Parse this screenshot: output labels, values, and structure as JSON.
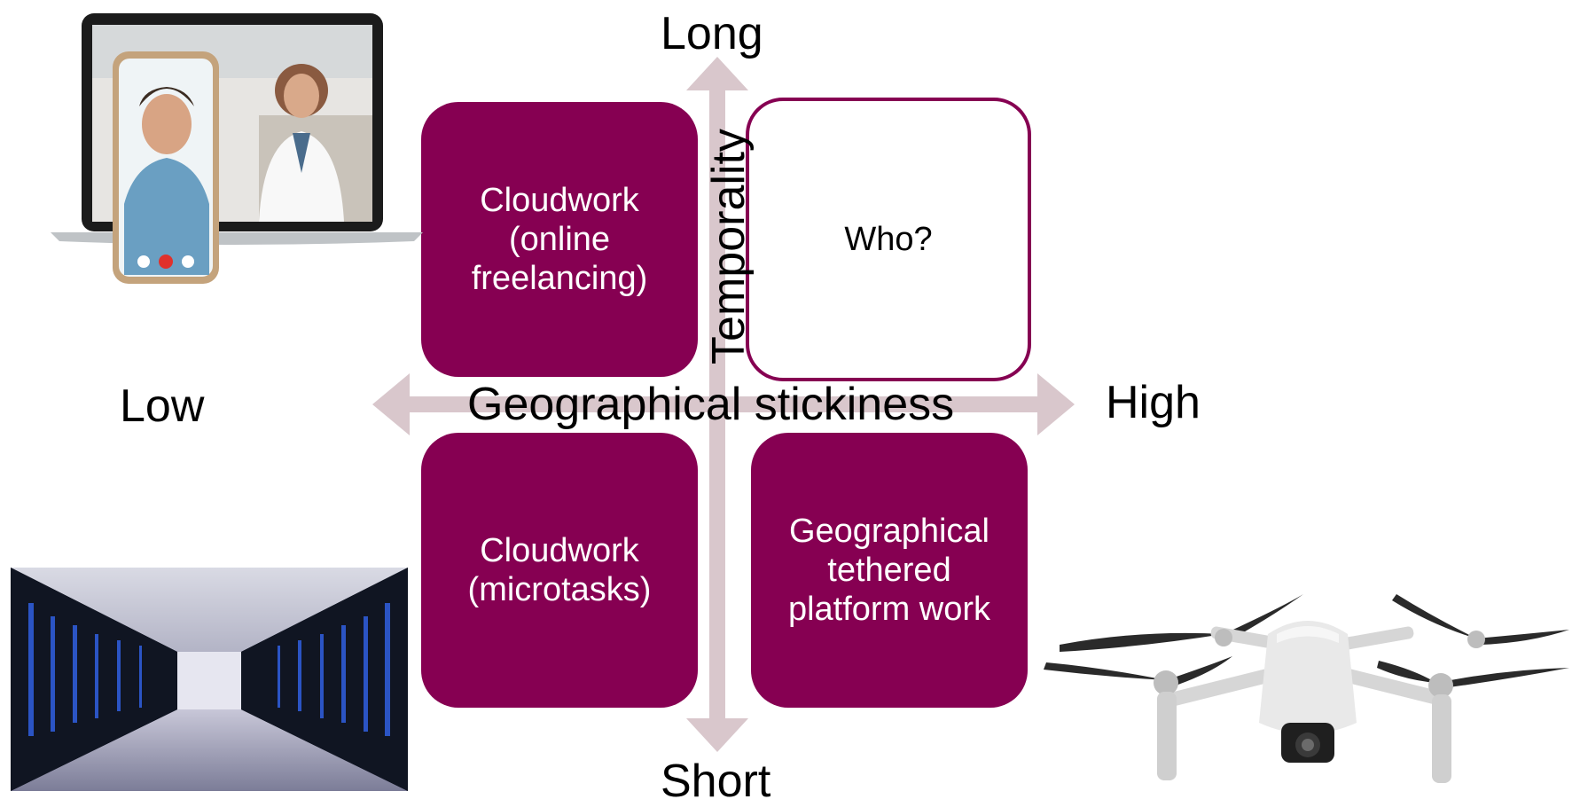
{
  "axes": {
    "horizontal": {
      "label": "Geographical stickiness",
      "low": "Low",
      "high": "High"
    },
    "vertical": {
      "label": "Temporality",
      "top": "Long",
      "bottom": "Short"
    }
  },
  "quadrants": {
    "top_left": "Cloudwork\n(online\nfreelancing)",
    "top_right": "Who?",
    "bottom_left": "Cloudwork\n(microtasks)",
    "bottom_right": "Geographical\ntethered\nplatform work"
  },
  "colors": {
    "quadrant_fill": "#860052",
    "arrow": "#d9c7cc"
  },
  "images": {
    "top_left": "laptop-phone-video-call-doctors",
    "bottom_left": "server-room-data-center",
    "bottom_right": "drone"
  }
}
